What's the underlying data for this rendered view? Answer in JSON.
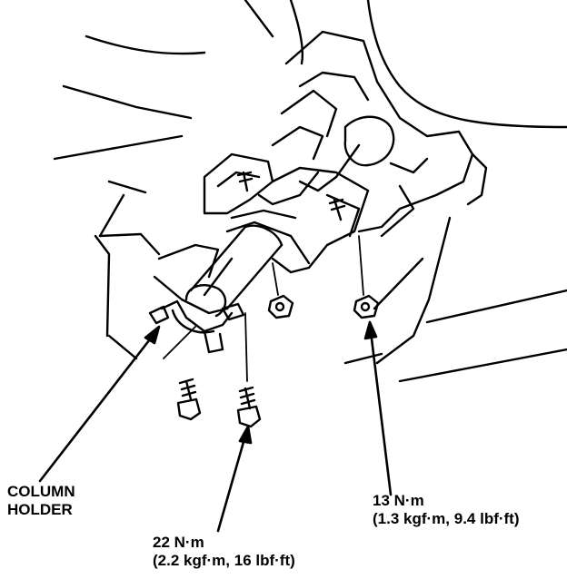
{
  "colors": {
    "ink": "#000000",
    "paper": "#ffffff"
  },
  "labels": {
    "column_holder": {
      "line1": "COLUMN",
      "line2": "HOLDER"
    },
    "torque_22": {
      "line1": "22 N·m",
      "line2": "(2.2 kgf·m, 16 lbf·ft)"
    },
    "torque_13": {
      "line1": "13 N·m",
      "line2": "(1.3 kgf·m, 9.4 lbf·ft)"
    }
  },
  "icons": [
    "bolt-icon",
    "nut-icon",
    "arrow-icon"
  ]
}
